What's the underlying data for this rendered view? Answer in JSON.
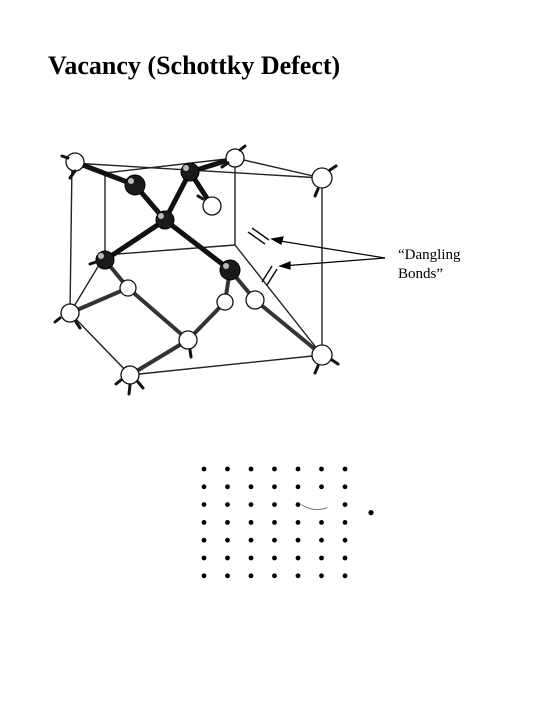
{
  "title": "Vacancy (Schottky Defect)",
  "annotation": {
    "line1": "“Dangling",
    "line2": "Bonds”"
  },
  "lattice": {
    "rows": 7,
    "cols": 7,
    "vacancy": {
      "row": 2,
      "col": 5
    },
    "displaced_atom": true
  },
  "colors": {
    "ink": "#000000",
    "dark_atom": "#1a1a1a",
    "light_atom": "#ffffff"
  }
}
